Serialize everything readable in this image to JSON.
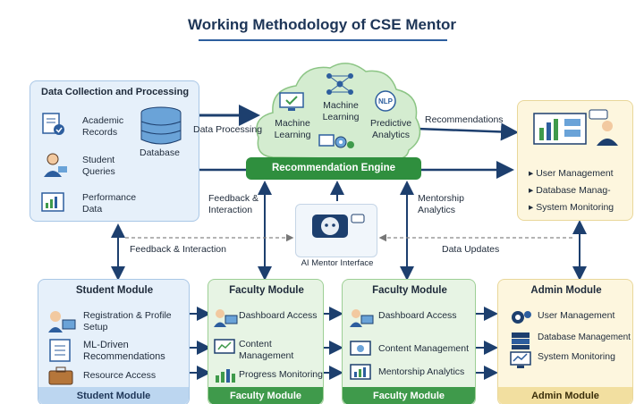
{
  "title": "Working Methodology of CSE Mentor",
  "data_panel": {
    "heading": "Data Collection and Processing",
    "items": [
      "Academic Records",
      "Student Queries",
      "Performance Data"
    ],
    "database": "Database"
  },
  "cloud": {
    "items": [
      "Machine Learning",
      "Machine Learning",
      "Predictive Analytics"
    ],
    "nlp": "NLP"
  },
  "recommendation_engine": "Recommendation Engine",
  "arrows": {
    "data_processing": "Data Processing",
    "recommendations": "Recommendations",
    "feedback_interaction_mid": "Feedback & Interaction",
    "mentorship_analytics": "Mentorship Analytics",
    "feedback_interaction_left": "Feedback & Interaction",
    "data_updates": "Data Updates"
  },
  "ai_mentor": "AI Mentor Interface",
  "admin_panel": {
    "items": [
      "User Management",
      "Database Manag-",
      "System Monitoring"
    ]
  },
  "modules": {
    "student": {
      "heading": "Student Module",
      "items": [
        "Registration & Profile Setup",
        "ML-Driven Recommendations",
        "Resource Access"
      ],
      "footer": "Student Module"
    },
    "faculty1": {
      "heading": "Faculty Module",
      "items": [
        "Dashboard Access",
        "Content Management",
        "Progress Monitoring"
      ],
      "footer": "Faculty Module"
    },
    "faculty2": {
      "heading": "Faculty Module",
      "items": [
        "Dashboard Access",
        "Content Management",
        "Mentorship Analytics"
      ],
      "footer": "Faculty Module"
    },
    "admin": {
      "heading": "Admin Module",
      "items": [
        "User Management",
        "Database Management",
        "System Monitoring"
      ],
      "footer": "Admin Module"
    }
  },
  "colors": {
    "blue_panel": "#e6f0fa",
    "green_panel": "#e7f4e4",
    "yellow_panel": "#fdf6de",
    "engine_green": "#2f8f3e",
    "arrow_navy": "#1d3f6e"
  }
}
